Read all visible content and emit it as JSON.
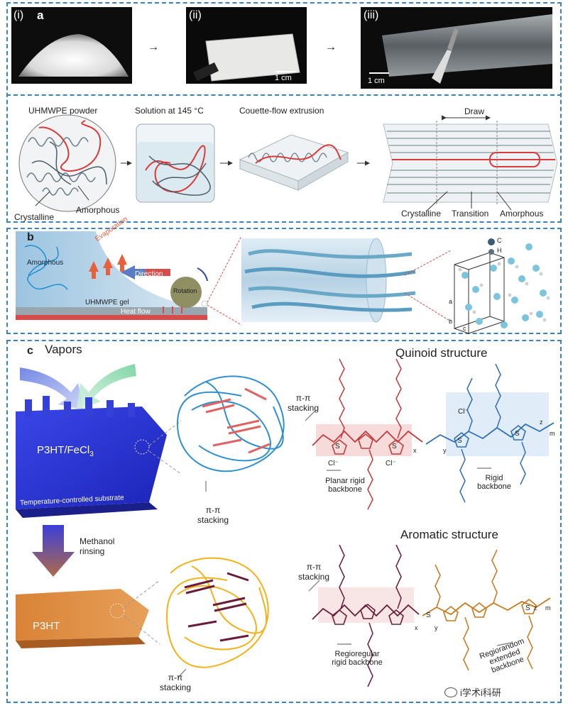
{
  "panel_a": {
    "letter": "a",
    "photos": [
      {
        "roman": "(i)",
        "scale": ""
      },
      {
        "roman": "(ii)",
        "scale": "1 cm"
      },
      {
        "roman": "(iii)",
        "scale": "1 cm"
      }
    ],
    "steps": [
      "UHMWPE powder",
      "Solution at 145 °C",
      "Couette-flow extrusion"
    ],
    "draw": "Draw",
    "labels": {
      "crystalline": "Crystalline",
      "amorphous": "Amorphous",
      "crystalline2": "Crystalline",
      "transition": "Transition",
      "amorphous2": "Amorphous"
    }
  },
  "panel_b": {
    "letter": "b",
    "amorphous": "Amorphous",
    "evaporation": "Evaporation",
    "direction": "Direction",
    "rotation": "Rotation",
    "gel": "UHMWPE gel",
    "heat_flow": "Heat flow",
    "legend": {
      "c": "C",
      "h": "H"
    },
    "axes": {
      "a": "a",
      "b": "b",
      "c": "c"
    }
  },
  "panel_c": {
    "letter": "c",
    "vapors": "Vapors",
    "film_top": "P3HT/FeCl",
    "film_top_sub": "3",
    "substrate": "Temperature-controlled substrate",
    "methanol": "Methanol rinsing",
    "film_bottom": "P3HT",
    "quinoid": "Quinoid structure",
    "aromatic": "Aromatic structure",
    "pi_stacking": "π-π stacking",
    "planar": "Planar rigid backbone",
    "rigid": "Rigid backbone",
    "regioregular": "Regioregular rigid backbone",
    "regiorandom": "Regiorandom extended backbone",
    "watermark": "i学术i科研",
    "sub_x": "x",
    "sub_y": "y",
    "sub_z": "z",
    "sub_m": "m",
    "cl": "Cl⁻",
    "s": "S"
  },
  "colors": {
    "frame": "#3b82c4",
    "red_chain": "#d93a3a",
    "blue_chain": "#2f8fd0",
    "dark_chain": "#6a1b3a",
    "yellow_chain": "#f2b21b",
    "orange": "#d9843a",
    "film_blue": "#2b35d6"
  }
}
